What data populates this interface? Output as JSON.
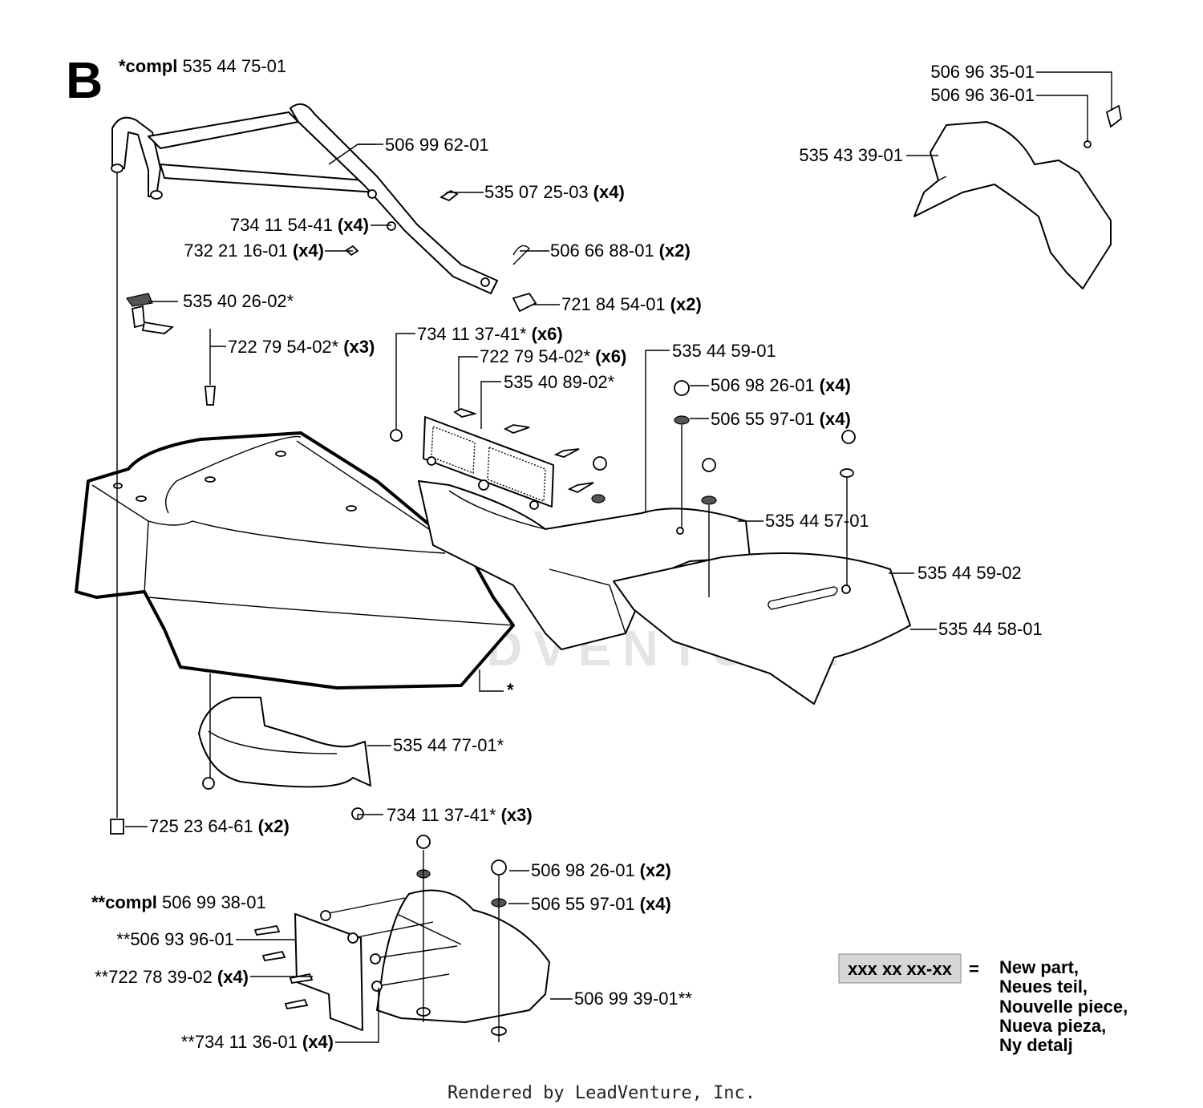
{
  "section_letter": "B",
  "assemblies": {
    "main": {
      "prefix": "*compl",
      "number": "535 44 75-01"
    },
    "secondary": {
      "prefix": "**compl",
      "number": "506 99 38-01"
    }
  },
  "parts": [
    {
      "id": "p1",
      "number": "506 99 62-01",
      "qty": ""
    },
    {
      "id": "p2",
      "number": "535 07 25-03",
      "qty": "(x4)"
    },
    {
      "id": "p3",
      "number": "734 11 54-41",
      "qty": "(x4)"
    },
    {
      "id": "p4",
      "number": "732 21 16-01",
      "qty": "(x4)"
    },
    {
      "id": "p5",
      "number": "506 66 88-01",
      "qty": "(x2)"
    },
    {
      "id": "p6",
      "number": "721 84 54-01",
      "qty": "(x2)"
    },
    {
      "id": "p7",
      "number": "535 40 26-02*",
      "qty": ""
    },
    {
      "id": "p8",
      "number": "722 79 54-02*",
      "qty": "(x3)"
    },
    {
      "id": "p9",
      "number": "734 11 37-41*",
      "qty": "(x6)"
    },
    {
      "id": "p10",
      "number": "722 79 54-02*",
      "qty": "(x6)"
    },
    {
      "id": "p11",
      "number": "535 44 59-01",
      "qty": ""
    },
    {
      "id": "p12",
      "number": "535 40 89-02*",
      "qty": ""
    },
    {
      "id": "p13",
      "number": "506 98 26-01",
      "qty": "(x4)"
    },
    {
      "id": "p14",
      "number": "506 55 97-01",
      "qty": "(x4)"
    },
    {
      "id": "p15",
      "number": "535 44 57-01",
      "qty": ""
    },
    {
      "id": "p16",
      "number": "535 44 59-02",
      "qty": ""
    },
    {
      "id": "p17",
      "number": "535 44 58-01",
      "qty": ""
    },
    {
      "id": "p18",
      "number": "*",
      "qty": ""
    },
    {
      "id": "p19",
      "number": "535 44 77-01*",
      "qty": ""
    },
    {
      "id": "p20",
      "number": "734 11 37-41*",
      "qty": "(x3)"
    },
    {
      "id": "p21",
      "number": "725 23 64-61",
      "qty": "(x2)"
    },
    {
      "id": "p22",
      "number": "506 98 26-01",
      "qty": "(x2)"
    },
    {
      "id": "p23",
      "number": "506 55 97-01",
      "qty": "(x4)"
    },
    {
      "id": "p24",
      "number": "**506 93 96-01",
      "qty": ""
    },
    {
      "id": "p25",
      "number": "**722 78 39-02",
      "qty": "(x4)"
    },
    {
      "id": "p26",
      "number": "506 99 39-01**",
      "qty": ""
    },
    {
      "id": "p27",
      "number": "**734 11 36-01",
      "qty": "(x4)"
    },
    {
      "id": "p28",
      "number": "506 96 35-01",
      "qty": ""
    },
    {
      "id": "p29",
      "number": "506 96 36-01",
      "qty": ""
    },
    {
      "id": "p30",
      "number": "535 43 39-01",
      "qty": ""
    }
  ],
  "legend": {
    "sample": "xxx xx xx-xx",
    "equals": "=",
    "lines": [
      "New part,",
      "Neues teil,",
      "Nouvelle piece,",
      "Nueva pieza,",
      "Ny detalj"
    ]
  },
  "watermark": "LEADVENTURE",
  "footer": "Rendered by LeadVenture, Inc."
}
